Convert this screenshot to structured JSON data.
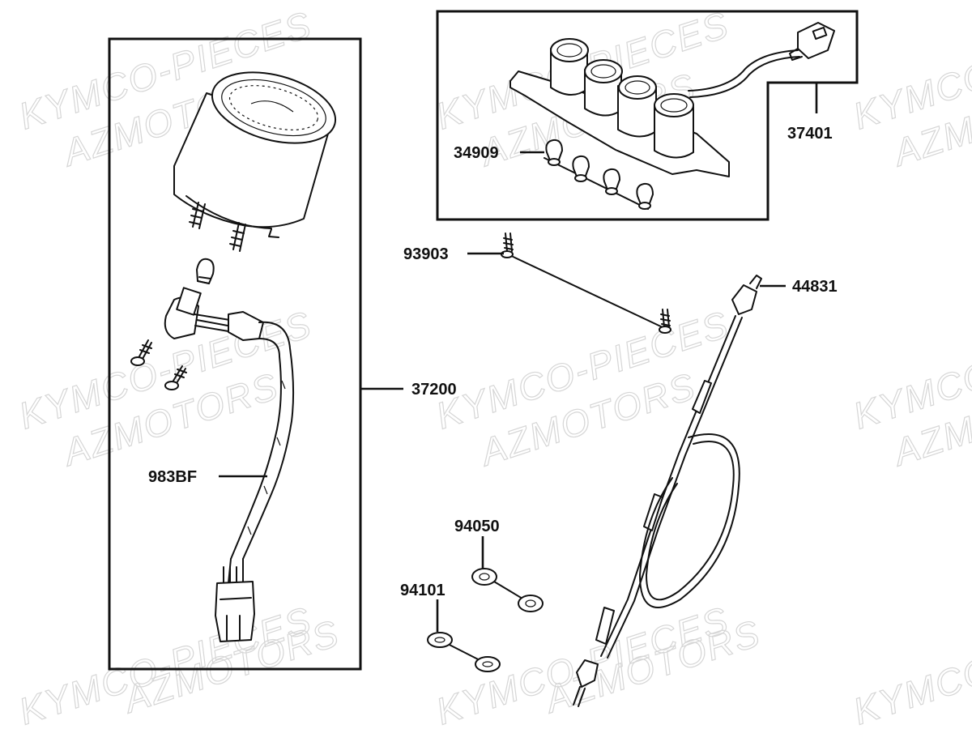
{
  "parts": [
    {
      "id": "speedometer-assembly",
      "label": "37200"
    },
    {
      "id": "harness",
      "label": "983BF"
    },
    {
      "id": "indicator-panel",
      "label": "37401"
    },
    {
      "id": "indicator-bulb",
      "label": "34909"
    },
    {
      "id": "screw",
      "label": "93903"
    },
    {
      "id": "speedometer-cable",
      "label": "44831"
    },
    {
      "id": "nut",
      "label": "94050"
    },
    {
      "id": "washer",
      "label": "94101"
    }
  ],
  "watermark": {
    "line1": "KYMCO-PIECES",
    "line2": "AZMOTORS"
  }
}
